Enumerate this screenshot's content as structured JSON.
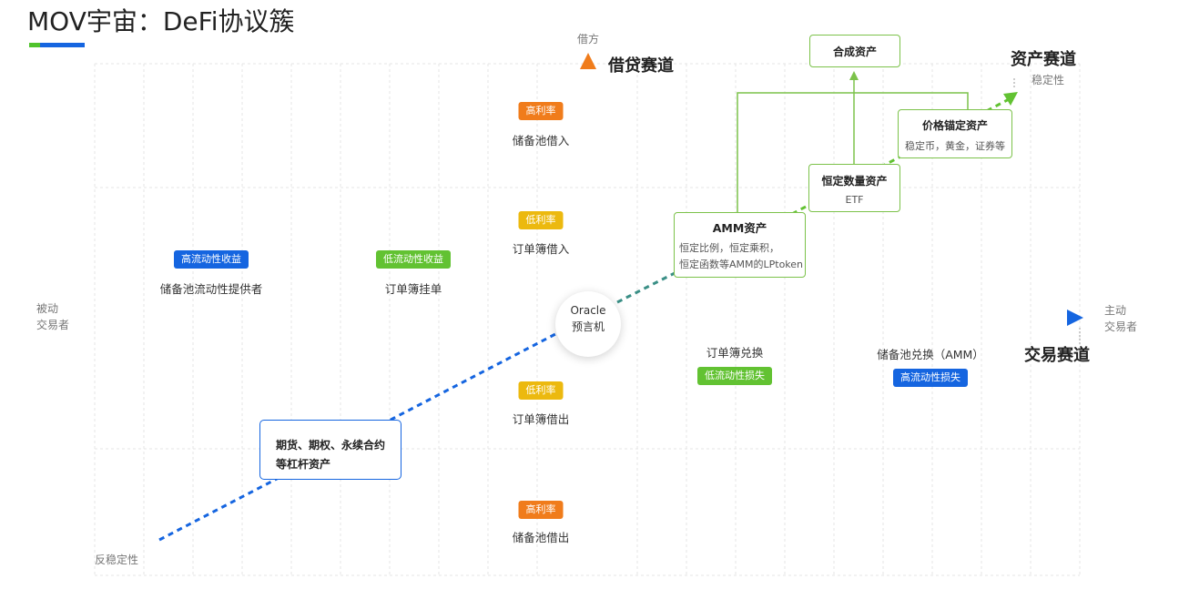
{
  "title": "MOV宇宙：DeFi协议簇",
  "axes": {
    "y_top": "借方",
    "x_left": [
      "被动",
      "交易者"
    ],
    "x_right": [
      "主动",
      "交易者"
    ],
    "diag_top": "稳定性",
    "diag_bottom": "反稳定性"
  },
  "tracks": {
    "lending": "借贷赛道",
    "asset": "资产赛道",
    "trading": "交易赛道"
  },
  "oracle": {
    "line1": "Oracle",
    "line2": "预言机"
  },
  "vertical_items": [
    {
      "badge": "高利率",
      "label": "储备池借入",
      "color": "#f07c1b"
    },
    {
      "badge": "低利率",
      "label": "订单簿借入",
      "color": "#ecb90f"
    },
    {
      "badge": "低利率",
      "label": "订单簿借出",
      "color": "#ecb90f"
    },
    {
      "badge": "高利率",
      "label": "储备池借出",
      "color": "#f07c1b"
    }
  ],
  "horizontal_items": [
    {
      "badge": "高流动性收益",
      "label": "储备池流动性提供者",
      "color": "#1565e0"
    },
    {
      "badge": "低流动性收益",
      "label": "订单簿挂单",
      "color": "#62c232"
    },
    {
      "badge": "低流动性损失",
      "label": "订单簿兑换",
      "color": "#62c232"
    },
    {
      "badge": "高流动性损失",
      "label": "储备池兑换（AMM）",
      "color": "#1565e0"
    }
  ],
  "boxes": {
    "synthetic": {
      "title": "合成资产"
    },
    "pegged": {
      "title": "价格锚定资产",
      "sub": "稳定币，黄金，证券等"
    },
    "constant": {
      "title": "恒定数量资产",
      "sub": "ETF"
    },
    "amm": {
      "title": "AMM资产",
      "sub1": "恒定比例，恒定乘积，",
      "sub2": "恒定函数等AMM的LPtoken"
    },
    "leverage": {
      "line1": "期货、期权、永续合约",
      "line2": "等杠杆资产"
    }
  },
  "colors": {
    "blue": "#1565e0",
    "green": "#62c232",
    "orange": "#f07c1b",
    "yellow": "#ecb90f",
    "teal": "#3a8f86"
  }
}
